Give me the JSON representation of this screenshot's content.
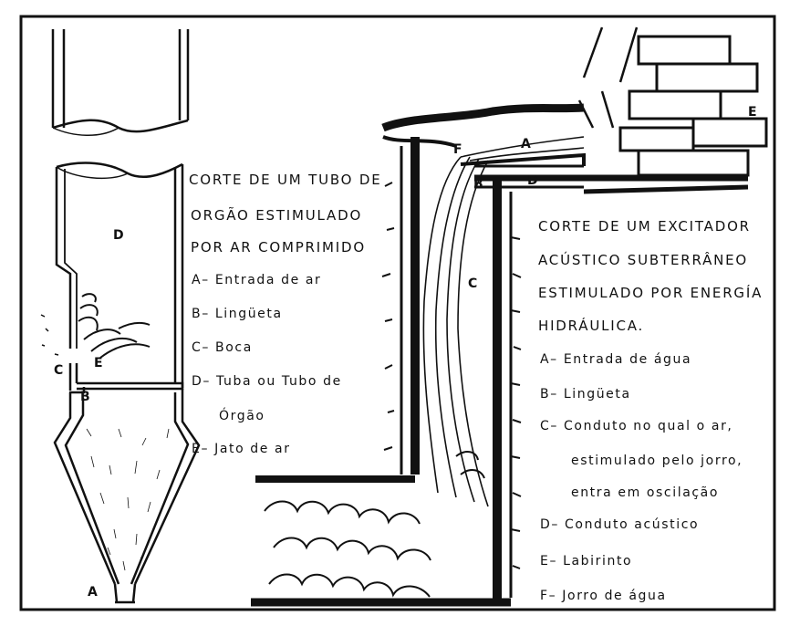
{
  "left": {
    "title_lines": [
      "CORTE DE UM TUBO DE",
      "ORGÃO   ESTIMULADO",
      "POR AR COMPRIMIDO"
    ],
    "legend": [
      "A– Entrada de ar",
      "B– Lingüeta",
      "C– Boca",
      "D– Tuba ou Tubo de",
      "Órgão",
      "E– Jato de ar"
    ],
    "diagram_labels": {
      "d": "D",
      "c": "C",
      "e": "E",
      "b": "B",
      "a": "A"
    }
  },
  "right": {
    "title_lines": [
      "CORTE DE UM EXCITADOR",
      "ACÚSTICO SUBTERRÂNEO",
      "ESTIMULADO POR ENERGÍA",
      "HIDRÁULICA."
    ],
    "legend": [
      "A– Entrada de água",
      "B– Lingüeta",
      "C– Conduto no qual o ar,",
      "estimulado pelo jorro,",
      "entra em oscilação",
      "D– Conduto acústico",
      "E– Labirinto",
      "F– Jorro de água"
    ],
    "diagram_labels": {
      "f": "F",
      "a": "A",
      "b": "B",
      "d": "D",
      "c": "C",
      "e": "E"
    }
  },
  "colors": {
    "ink": "#111111",
    "paper": "#ffffff"
  }
}
